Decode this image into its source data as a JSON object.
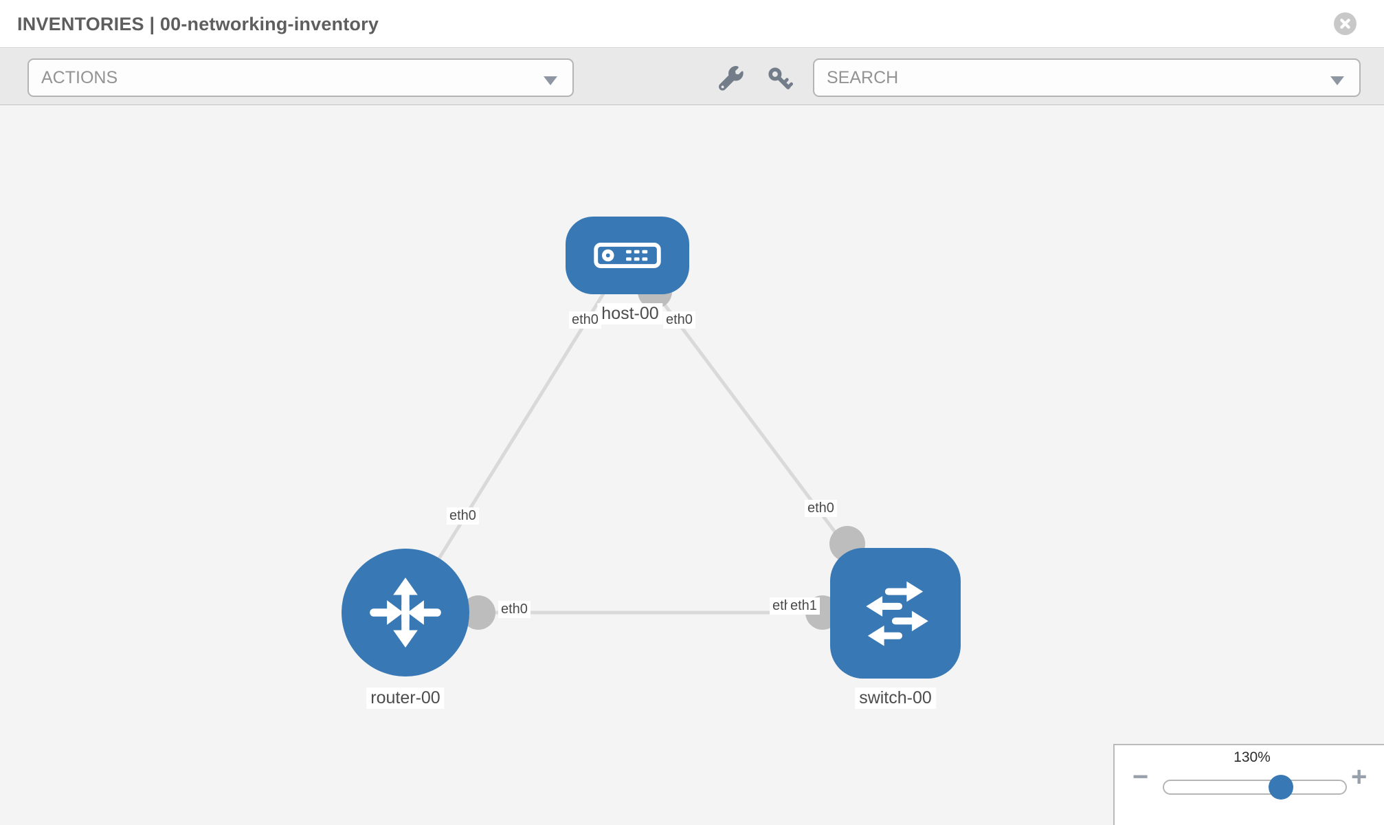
{
  "header": {
    "title": "INVENTORIES | 00-networking-inventory"
  },
  "toolbar": {
    "actions_label": "ACTIONS",
    "search_label": "SEARCH"
  },
  "canvas": {
    "nodes": [
      {
        "id": "host-00",
        "label": "host-00",
        "type": "host"
      },
      {
        "id": "router-00",
        "label": "router-00",
        "type": "router"
      },
      {
        "id": "switch-00",
        "label": "switch-00",
        "type": "switch"
      }
    ],
    "links": [
      {
        "source": "host-00",
        "target": "router-00",
        "source_interface": "eth0",
        "target_interface": "eth0"
      },
      {
        "source": "host-00",
        "target": "switch-00",
        "source_interface": "eth0",
        "target_interface": "eth0"
      },
      {
        "source": "router-00",
        "target": "switch-00",
        "source_interface": "eth0",
        "target_interface": "eth1",
        "target_interface_overlapped": "eth0"
      }
    ]
  },
  "zoom": {
    "level": "130%",
    "minus": "−",
    "plus": "+"
  },
  "colors": {
    "node_blue": "#3879b5",
    "link_gray": "#d9d9d9",
    "port_gray": "#bdbdbd"
  }
}
